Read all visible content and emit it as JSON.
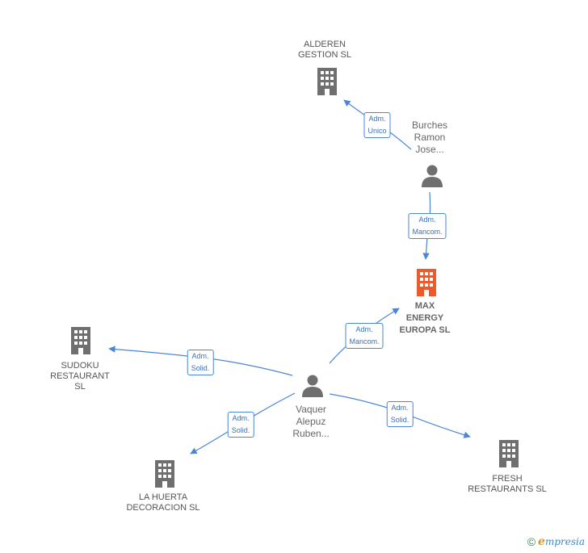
{
  "nodes": {
    "alderen": {
      "label": "ALDEREN\nGESTION  SL",
      "type": "company"
    },
    "burches": {
      "label": "Burches\nRamon\nJose...",
      "type": "person"
    },
    "max": {
      "label": "MAX\nENERGY\nEUROPA SL",
      "type": "company-focus"
    },
    "sudoku": {
      "label": "SUDOKU\nRESTAURANT\nSL",
      "type": "company"
    },
    "vaquer": {
      "label": "Vaquer\nAlepuz\nRuben...",
      "type": "person"
    },
    "huerta": {
      "label": "LA HUERTA\nDECORACION SL",
      "type": "company"
    },
    "fresh": {
      "label": "FRESH\nRESTAURANTS SL",
      "type": "company"
    }
  },
  "edges": [
    {
      "from": "burches",
      "to": "alderen",
      "role": "Adm.\nUnico"
    },
    {
      "from": "burches",
      "to": "max",
      "role": "Adm.\nMancom."
    },
    {
      "from": "vaquer",
      "to": "max",
      "role": "Adm.\nMancom."
    },
    {
      "from": "vaquer",
      "to": "sudoku",
      "role": "Adm.\nSolid."
    },
    {
      "from": "vaquer",
      "to": "huerta",
      "role": "Adm.\nSolid."
    },
    {
      "from": "vaquer",
      "to": "fresh",
      "role": "Adm.\nSolid."
    }
  ],
  "colors": {
    "edge": "#4a86d6",
    "company": "#6f6f6f",
    "focus": "#ee5a2c",
    "person": "#6f6f6f"
  },
  "footer": {
    "copyright": "©",
    "brand_initial": "e",
    "brand_rest": "mpresia"
  }
}
